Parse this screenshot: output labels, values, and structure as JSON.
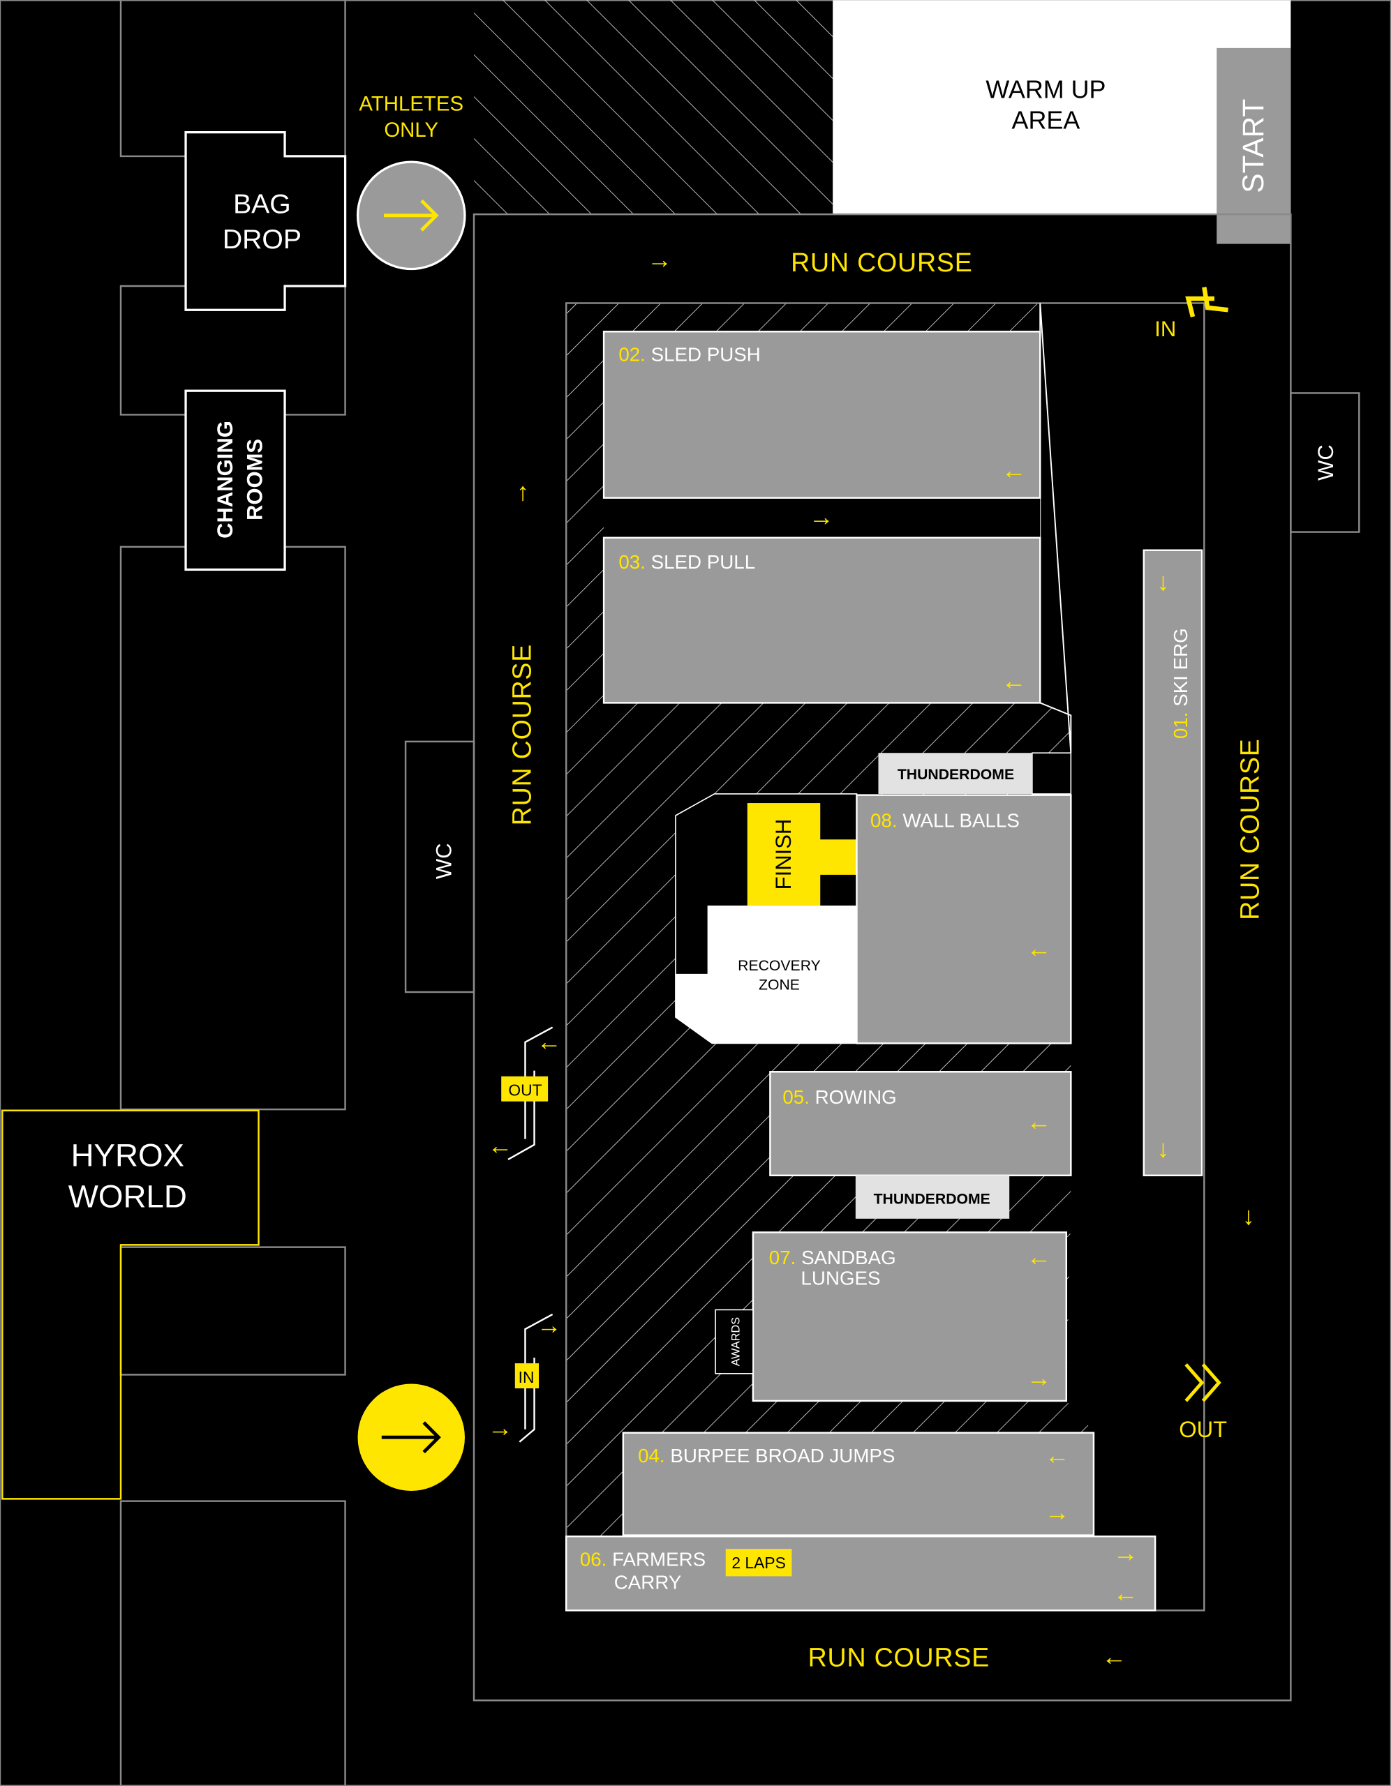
{
  "map": {
    "athletes_only": [
      "ATHLETES",
      "ONLY"
    ],
    "bag_drop": [
      "BAG",
      "DROP"
    ],
    "changing_rooms": [
      "CHANGING",
      "ROOMS"
    ],
    "hyrox_world": [
      "HYROX",
      "WORLD"
    ],
    "warm_up": [
      "WARM UP",
      "AREA"
    ],
    "start": "START",
    "run_course": "RUN COURSE",
    "wc": "WC",
    "thunderdome": "THUNDERDOME",
    "finish": "FINISH",
    "recovery_zone": [
      "RECOVERY",
      "ZONE"
    ],
    "awards": "AWARDS",
    "in": "IN",
    "out": "OUT",
    "two_laps": "2 LAPS"
  },
  "stations": [
    {
      "num": "01.",
      "name": "SKI ERG"
    },
    {
      "num": "02.",
      "name": "SLED PUSH"
    },
    {
      "num": "03.",
      "name": "SLED PULL"
    },
    {
      "num": "04.",
      "name": "BURPEE BROAD JUMPS"
    },
    {
      "num": "05.",
      "name": "ROWING"
    },
    {
      "num": "06.",
      "name": "FARMERS",
      "name2": "CARRY"
    },
    {
      "num": "07.",
      "name": "SANDBAG",
      "name2": "LUNGES"
    },
    {
      "num": "08.",
      "name": "WALL BALLS"
    }
  ],
  "colors": {
    "accent": "#FFE600",
    "station": "#9a9a9a",
    "background": "#000000"
  }
}
